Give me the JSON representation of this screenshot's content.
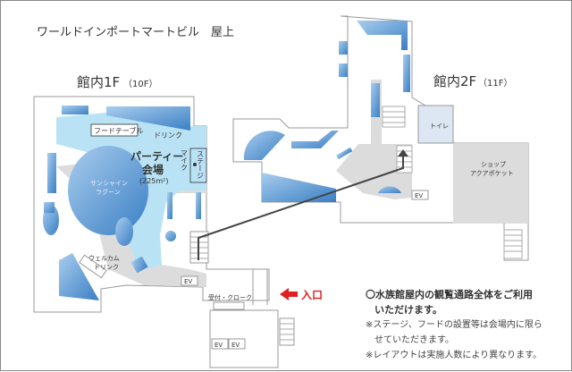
{
  "title": "ワールドインポートマートビル　屋上",
  "floor1": {
    "label": "館内1F",
    "sub": "（10F）"
  },
  "floor2": {
    "label": "館内2F",
    "sub": "（11F）"
  },
  "areas": {
    "food_table": "フードテーブル",
    "drink": "ドリンク",
    "party_title_1": "パーティー",
    "party_title_2": "会場",
    "party_size": "(225m²)",
    "mic": "マイク",
    "stage": "ステージ",
    "sunshine_1": "サンシャイン",
    "sunshine_2": "ラグーン",
    "welcome_1": "ウェルカム",
    "welcome_2": "ドリンク",
    "reception": "受付・クローク",
    "entrance": "入口",
    "toilet": "トイレ",
    "shop_1": "ショップ",
    "shop_2": "アクアポケット",
    "ev": "EV"
  },
  "colors": {
    "party": "#b9e3f5",
    "tank": "#5b9bd5",
    "floor_gray": "#dcdcdc",
    "toilet": "#dde6f3",
    "entrance_arrow": "#e02020"
  },
  "notes": {
    "main_1": "〇水族館屋内の観覧通路全体をご利用",
    "main_2": "いただけます。",
    "note1_1": "※ステージ、フードの設置等は会場内に限ら",
    "note1_2": "せていただきます。",
    "note2": "※レイアウトは実施人数により異なります。"
  }
}
